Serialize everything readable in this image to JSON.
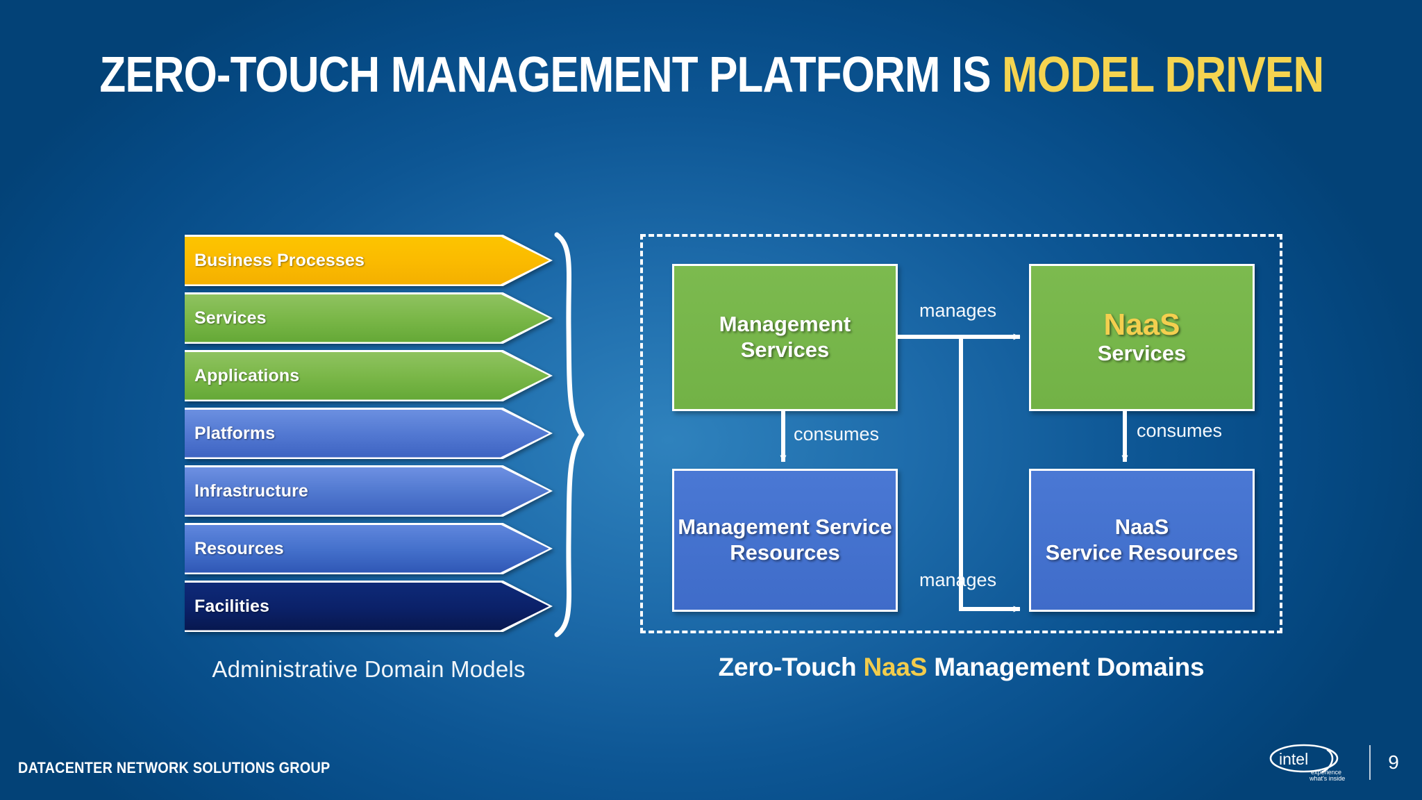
{
  "slide": {
    "background_dark": "#044b85",
    "background_light": "#2f82bd",
    "accent_yellow": "#f5d450"
  },
  "title": {
    "main": "ZERO-TOUCH MANAGEMENT PLATFORM IS ",
    "highlight": "MODEL DRIVEN"
  },
  "left_panel": {
    "caption": "Administrative Domain Models",
    "layers": [
      {
        "label": "Business Processes",
        "color": "#fbbb00",
        "style": "fill-yellow"
      },
      {
        "label": "Services",
        "color": "#7ab748",
        "style": "fill-green"
      },
      {
        "label": "Applications",
        "color": "#7ab748",
        "style": "fill-green"
      },
      {
        "label": "Platforms",
        "color": "#5379d2",
        "style": "fill-blue1"
      },
      {
        "label": "Infrastructure",
        "color": "#5078cf",
        "style": "fill-blue2"
      },
      {
        "label": "Resources",
        "color": "#4470cb",
        "style": "fill-blue3"
      },
      {
        "label": "Facilities",
        "color": "#0b2169",
        "style": "fill-navy"
      }
    ]
  },
  "right_panel": {
    "caption_pre": "Zero-Touch ",
    "caption_highlight": "NaaS",
    "caption_post": " Management Domains",
    "boxes": {
      "mgmt_services": {
        "line1": "Management",
        "line2": "Services",
        "color": "#72b246"
      },
      "naas_services": {
        "line1": "NaaS",
        "line2": "Services",
        "color": "#72b246"
      },
      "mgmt_resources": {
        "line1": "Management Service",
        "line2": "Resources",
        "color": "#3f6cc9"
      },
      "naas_resources": {
        "line1": "NaaS",
        "line2": "Service Resources",
        "color": "#3f6cc9"
      }
    },
    "edges": {
      "manages_top": "manages",
      "manages_bottom": "manages",
      "consumes_left": "consumes",
      "consumes_right": "consumes"
    }
  },
  "footer": {
    "brand": "DATACENTER NETWORK SOLUTIONS GROUP",
    "logo_wordmark": "intel",
    "logo_tagline_1": "experience",
    "logo_tagline_2": "what's inside˙",
    "page_number": "9"
  }
}
